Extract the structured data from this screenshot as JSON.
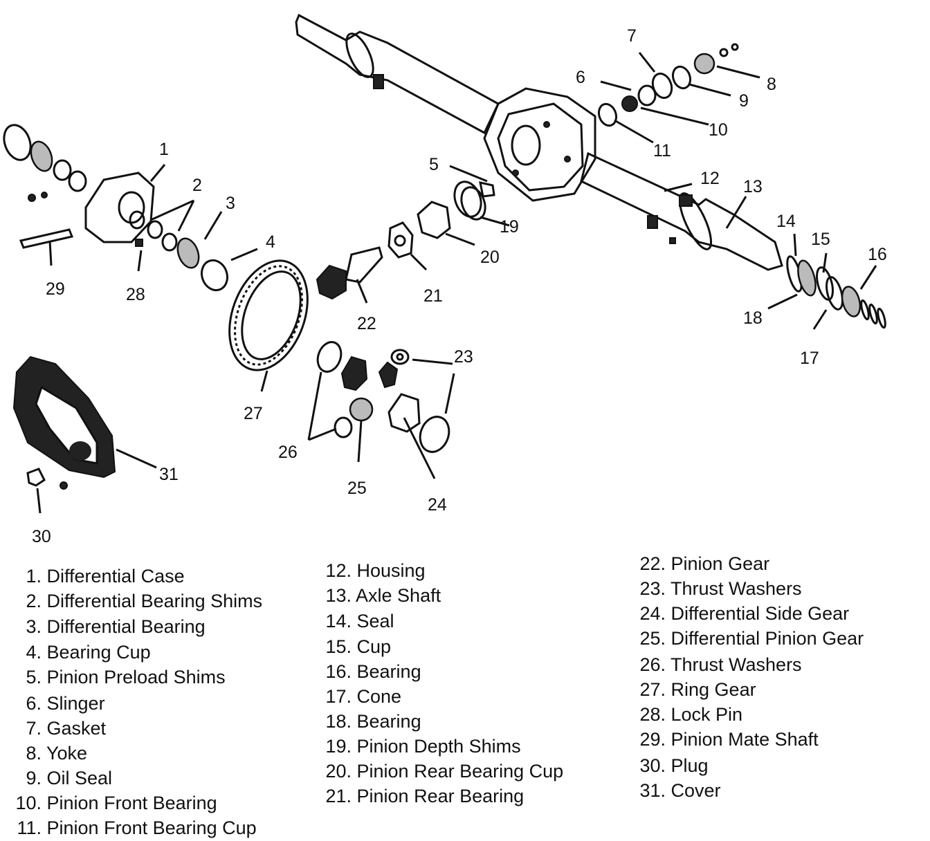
{
  "callouts": [
    "1",
    "2",
    "3",
    "4",
    "5",
    "6",
    "7",
    "8",
    "9",
    "10",
    "11",
    "12",
    "13",
    "14",
    "15",
    "16",
    "17",
    "18",
    "19",
    "20",
    "21",
    "22",
    "23",
    "24",
    "25",
    "26",
    "27",
    "28",
    "29",
    "30",
    "31"
  ],
  "legend": {
    "col1": [
      {
        "num": "1.",
        "label": "Differential Case"
      },
      {
        "num": "2.",
        "label": "Differential Bearing Shims"
      },
      {
        "num": "3.",
        "label": "Differential Bearing"
      },
      {
        "num": "4.",
        "label": "Bearing Cup"
      },
      {
        "num": "5.",
        "label": "Pinion Preload Shims"
      },
      {
        "num": "6.",
        "label": "Slinger"
      },
      {
        "num": "7.",
        "label": "Gasket"
      },
      {
        "num": "8.",
        "label": "Yoke"
      },
      {
        "num": "9.",
        "label": "Oil Seal"
      },
      {
        "num": "10.",
        "label": "Pinion Front Bearing"
      },
      {
        "num": "11.",
        "label": "Pinion Front Bearing Cup"
      }
    ],
    "col2": [
      {
        "num": "12.",
        "label": "Housing"
      },
      {
        "num": "13.",
        "label": "Axle Shaft"
      },
      {
        "num": "14.",
        "label": "Seal"
      },
      {
        "num": "15.",
        "label": "Cup"
      },
      {
        "num": "16.",
        "label": "Bearing"
      },
      {
        "num": "17.",
        "label": "Cone"
      },
      {
        "num": "18.",
        "label": "Bearing"
      },
      {
        "num": "19.",
        "label": "Pinion Depth Shims"
      },
      {
        "num": "20.",
        "label": "Pinion Rear Bearing Cup"
      },
      {
        "num": "21.",
        "label": "Pinion Rear Bearing"
      }
    ],
    "col3": [
      {
        "num": "22.",
        "label": "Pinion Gear"
      },
      {
        "num": "23.",
        "label": "Thrust Washers"
      },
      {
        "num": "24.",
        "label": "Differential Side Gear"
      },
      {
        "num": "25.",
        "label": "Differential Pinion Gear"
      },
      {
        "num": "26.",
        "label": "Thrust Washers"
      },
      {
        "num": "27.",
        "label": "Ring Gear"
      },
      {
        "num": "28.",
        "label": "Lock Pin"
      },
      {
        "num": "29.",
        "label": "Pinion Mate Shaft"
      },
      {
        "num": "30.",
        "label": "Plug"
      },
      {
        "num": "31.",
        "label": "Cover"
      }
    ]
  }
}
